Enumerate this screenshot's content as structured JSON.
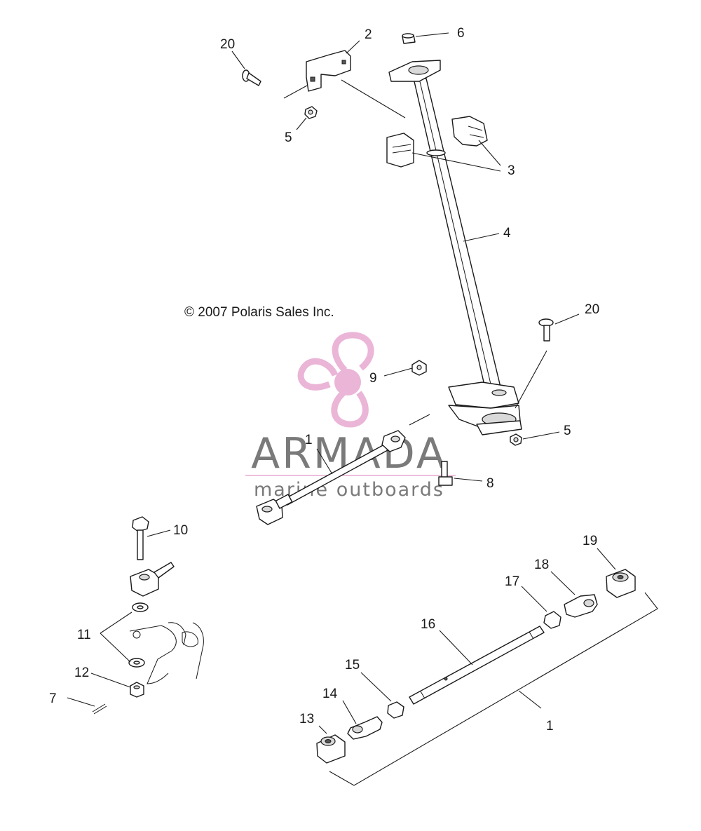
{
  "copyright": "© 2007 Polaris Sales Inc.",
  "watermark": {
    "brand": "ARMADA",
    "tagline": "marine outboards",
    "logo_color": "#e7a9d0",
    "text_color": "#7a7a7a"
  },
  "callouts": {
    "c1_top": "1",
    "c1_bottom": "1",
    "c2": "2",
    "c3": "3",
    "c4": "4",
    "c5_top": "5",
    "c5_bottom": "5",
    "c6": "6",
    "c7": "7",
    "c8": "8",
    "c9": "9",
    "c10": "10",
    "c11": "11",
    "c12": "12",
    "c13": "13",
    "c14": "14",
    "c15": "15",
    "c16": "16",
    "c17": "17",
    "c18": "18",
    "c19": "19",
    "c20_top": "20",
    "c20_right": "20"
  }
}
